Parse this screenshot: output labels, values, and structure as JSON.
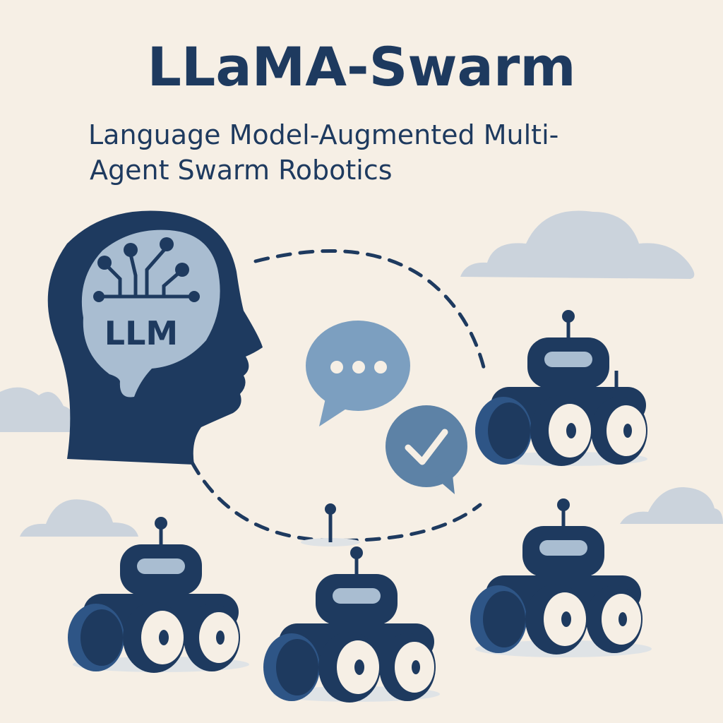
{
  "title": "LLaMA-Swarm",
  "subtitle": {
    "line1": "Language Model-Augmented Multi-",
    "line2": "Agent Swarm Robotics"
  },
  "head": {
    "label": "LLM"
  },
  "colors": {
    "background": "#f6efe5",
    "navy": "#1e3a5f",
    "light_blue": "#a9bdd1",
    "bubble_blue": "#7c9fc0",
    "bubble_dark": "#5d82a6",
    "cloud": "#cbd3dc",
    "shadow": "#dfe3e6"
  },
  "icons": {
    "head": "head-silhouette-icon",
    "brain": "brain-circuit-icon",
    "chat": "chat-bubble-ellipsis-icon",
    "check": "chat-bubble-check-icon",
    "robot": "wheeled-robot-icon",
    "cloud": "cloud-icon"
  }
}
